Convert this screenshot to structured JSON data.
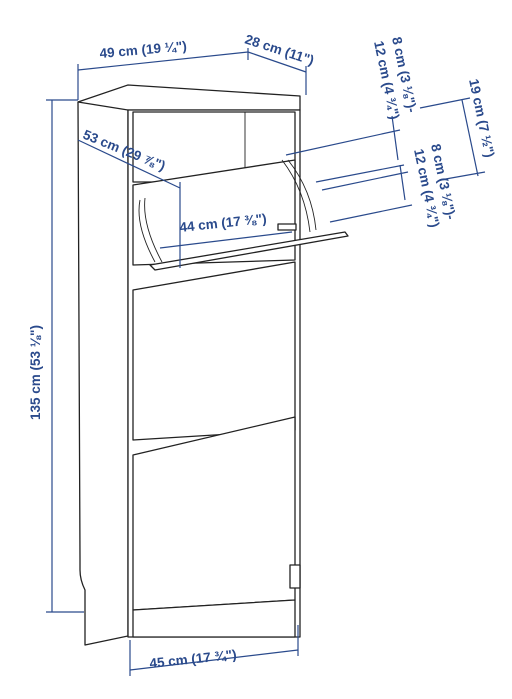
{
  "colors": {
    "dimension": "#2a4a8c",
    "outline": "#222222",
    "background": "#ffffff"
  },
  "dimensions": {
    "top_width": "49 cm (19 ¼\")",
    "top_depth": "28 cm (11\")",
    "open_depth": "53 cm (29 ⅞\")",
    "inner_width": "44 cm (17 ⅜\")",
    "height": "135 cm (53 ⅛\")",
    "bottom_width": "45 cm (17 ¾\")",
    "clearance_upper": "8 cm (3 ⅛\")-",
    "clearance_upper_2": "12 cm (4 ¾\")",
    "clearance_lower": "8 cm (3 ⅛\")-",
    "clearance_lower_2": "12 cm (4 ¾\")",
    "shelf_height": "19 cm (7 ½\")"
  }
}
